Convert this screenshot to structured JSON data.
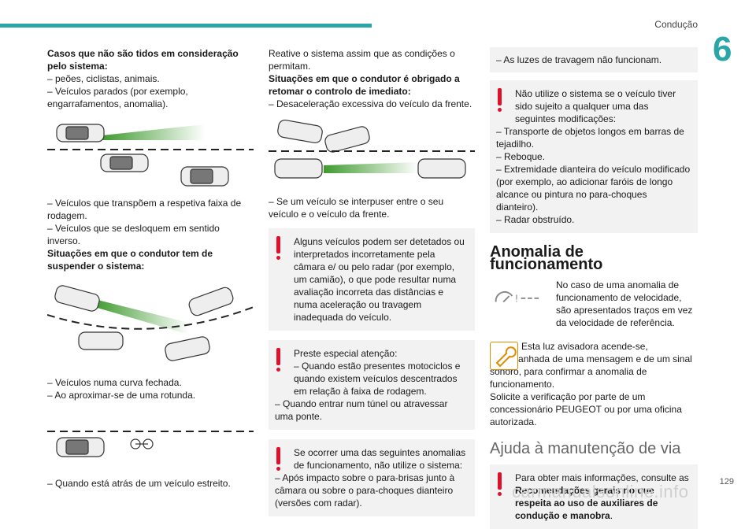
{
  "header": {
    "section": "Condução",
    "chapter": "6",
    "page": "129",
    "watermark": "carmanualsonline.info"
  },
  "col1": {
    "h1": "Casos que não são tidos em consideração pelo sistema:",
    "l1": "– peões, ciclistas, animais.",
    "l2": "– Veículos parados (por exemplo, engarrafamentos, anomalia).",
    "l3": "– Veículos que transpõem a respetiva faixa de rodagem.",
    "l4": "– Veículos que se desloquem em sentido inverso.",
    "h2": "Situações em que o condutor tem de suspender o sistema:",
    "l5": "– Veículos numa curva fechada.",
    "l6": "– Ao aproximar-se de uma rotunda.",
    "l7": "– Quando está atrás de um veículo estreito."
  },
  "col2": {
    "p1": "Reative o sistema assim que as condições o permitam.",
    "h1": "Situações em que o condutor é obrigado a retomar o controlo de imediato:",
    "l1": "– Desaceleração excessiva do veículo da frente.",
    "l2": "– Se um veículo se interpuser entre o seu veículo e o veículo da frente.",
    "w1": "Alguns veículos podem ser detetados ou interpretados incorretamente pela câmara e/ ou pelo radar (por exemplo, um camião), o que pode resultar numa avaliação incorreta das distâncias e numa aceleração ou travagem inadequada do veículo.",
    "w2a": "Preste especial atenção:",
    "w2b": "– Quando estão presentes motociclos e quando existem veículos descentrados em relação à faixa de rodagem.",
    "w2c": "– Quando entrar num túnel ou atravessar uma ponte.",
    "w3a": "Se ocorrer uma das seguintes anomalias de funcionamento, não utilize o sistema:",
    "w3b": "– Após impacto sobre o para-brisas junto à câmara ou sobre o para-choques dianteiro (versões com radar)."
  },
  "col3": {
    "box1": "– As luzes de travagem não funcionam.",
    "w1a": "Não utilize o sistema se o veículo tiver sido sujeito a qualquer uma das seguintes modificações:",
    "w1b": "– Transporte de objetos longos em barras de tejadilho.",
    "w1c": "– Reboque.",
    "w1d": "– Extremidade dianteira do veículo modificado (por exemplo, ao adicionar faróis de longo alcance ou pintura no para-choques dianteiro).",
    "w1e": "– Radar obstruído.",
    "title1": "Anomalia de funcionamento",
    "i1": "No caso de uma anomalia de funcionamento de velocidade, são apresentados traços em vez da velocidade de referência.",
    "i2": "Esta luz avisadora acende-se, acompanhada de uma mensagem e de um sinal sonoro, para confirmar a anomalia de funcionamento.",
    "i3": "Solicite a verificação por parte de um concessionário PEUGEOT ou por uma oficina autorizada.",
    "title2": "Ajuda à manutenção de via",
    "w2a": "Para obter mais informações, consulte as ",
    "w2b": "Recomendações gerais no que respeita ao uso de auxiliares de condução e manobra",
    "w2c": "."
  },
  "icons": [
    "warning-exclamation-icon",
    "speed-dashes-icon",
    "wrench-warning-icon"
  ],
  "colors": {
    "accent": "#2aa6a8",
    "warning": "#e0102a",
    "wrench": "#e08a00"
  }
}
